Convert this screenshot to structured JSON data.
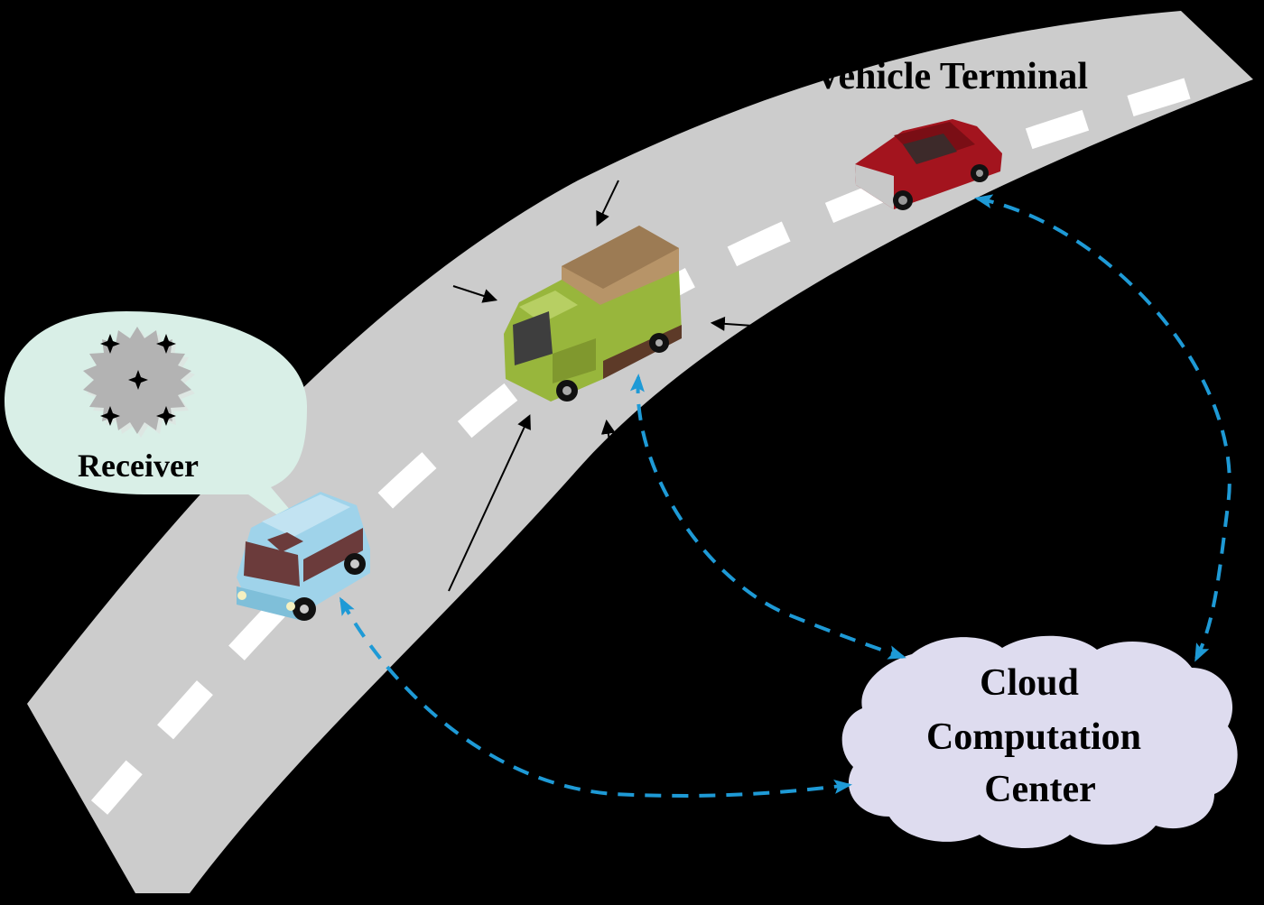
{
  "labels": {
    "vehicle_terminal": "Vehicle Terminal",
    "receiver": "Receiver",
    "cloud_line1": "Cloud",
    "cloud_line2": "Computation",
    "cloud_line3": "Center"
  },
  "colors": {
    "background": "#000000",
    "road": "#cccccc",
    "lane_marking": "#ffffff",
    "link_dashed": "#1e9ad6",
    "arrow_solid": "#000000",
    "receiver_bubble": "#d9efe7",
    "cloud_fill": "#dedcef",
    "truck_cab": "#98b63c",
    "truck_cargo": "#b79468",
    "car_red": "#a3141e",
    "van_blue": "#9fd3ea"
  },
  "icons": {
    "receiver_device": "satellite-receiver-icon",
    "truck": "truck-icon",
    "car": "car-icon",
    "van": "van-icon",
    "cloud": "cloud-icon"
  }
}
